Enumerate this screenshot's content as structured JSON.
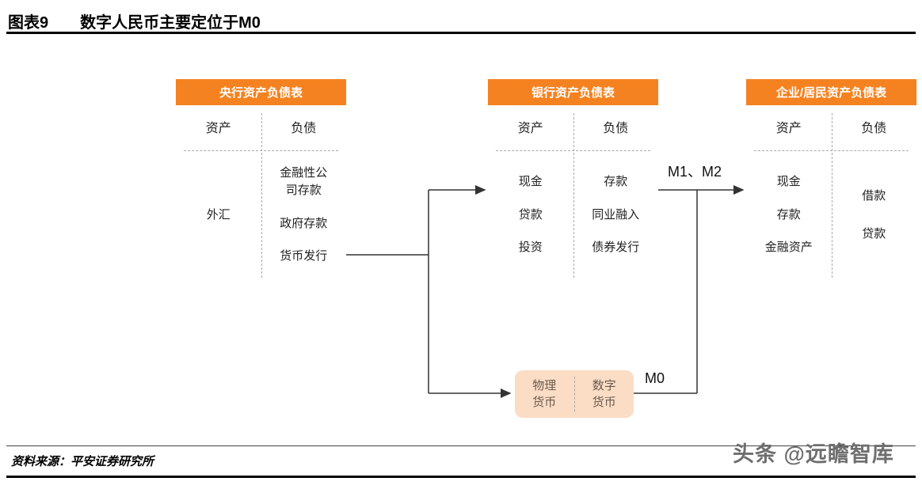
{
  "title": {
    "figure_label": "图表9",
    "text": "数字人民币主要定位于M0"
  },
  "tables": [
    {
      "header": "央行资产负债表",
      "asset_col": "资产",
      "liability_col": "负债",
      "assets": [
        "外汇"
      ],
      "liabilities": [
        "金融性公\n司存款",
        "政府存款",
        "货币发行"
      ]
    },
    {
      "header": "银行资产负债表",
      "asset_col": "资产",
      "liability_col": "负债",
      "assets": [
        "现金",
        "贷款",
        "投资"
      ],
      "liabilities": [
        "存款",
        "同业融入",
        "债券发行"
      ]
    },
    {
      "header": "企业/居民资产负债表",
      "asset_col": "资产",
      "liability_col": "负债",
      "assets": [
        "现金",
        "存款",
        "金融资产"
      ],
      "liabilities": [
        "借款",
        "贷款"
      ]
    }
  ],
  "flow_box": {
    "physical": "物理\n货币",
    "digital": "数字\n货币"
  },
  "labels": {
    "m1_m2": "M1、M2",
    "m0": "M0"
  },
  "footer": {
    "source": "资料来源：平安证券研究所"
  },
  "watermark": "头条 @远瞻智库",
  "colors": {
    "header_orange": "#F58220",
    "box_fill": "#FBDCC4",
    "box_text": "#6B5B4F",
    "line": "#333333",
    "dash": "#A9A9A9",
    "text": "#222222"
  }
}
